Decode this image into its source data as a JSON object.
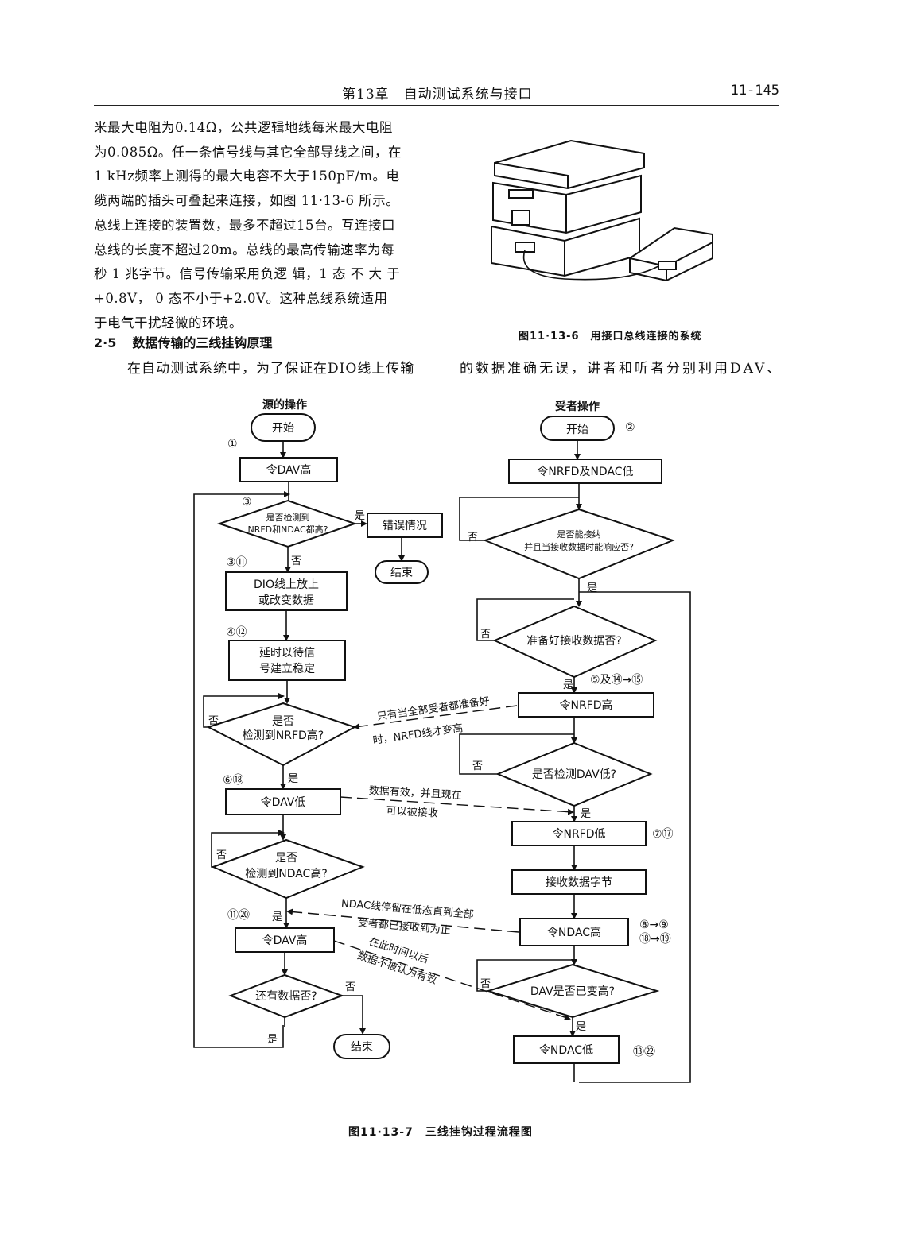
{
  "header": {
    "chapter_title": "第13章　自动测试系统与接口",
    "page_number": "11-145"
  },
  "body_paragraph": [
    "米最大电阻为0.14Ω，公共逻辑地线每米最大电阻",
    "为0.085Ω。任一条信号线与其它全部导线之间，在",
    "1 kHz频率上测得的最大电容不大于150pF/m。电",
    "缆两端的插头可叠起来连接，如图 11·13-6 所示。",
    "总线上连接的装置数，最多不超过15台。互连接口",
    "总线的长度不超过20m。总线的最高传输速率为每",
    "秒 1 兆字节。信号传输采用负逻 辑，1 态 不 大 于",
    "+0.8V， 0 态不小于+2.0V。这种总线系统适用",
    "于电气干扰轻微的环境。"
  ],
  "section": {
    "number": "2·5",
    "title": "数据传输的三线挂钩原理"
  },
  "continued_text": {
    "left": "在自动测试系统中，为了保证在DIO线上传输",
    "right": "的数据准确无误，讲者和听者分别利用DAV、"
  },
  "figure_6_caption": "图11·13-6　用接口总线连接的系统",
  "figure_7_caption": "图11·13-7　三线挂钩过程流程图",
  "flowchart": {
    "left": {
      "title": "源的操作",
      "start": "开始",
      "s1": "令DAV高",
      "d1": [
        "是否检测到",
        "NRFD和NDAC都高?"
      ],
      "error": "错误情况",
      "end1": "结束",
      "p2": [
        "DIO线上放上",
        "或改变数据"
      ],
      "p3": [
        "延时以待信",
        "号建立稳定"
      ],
      "d2": [
        "是否",
        "检测到NRFD高?"
      ],
      "p4": "令DAV低",
      "d3": [
        "是否",
        "检测到NDAC高?"
      ],
      "p5": "令DAV高",
      "d4": "还有数据否?",
      "end2": "结束"
    },
    "right": {
      "title": "受者操作",
      "start": "开始",
      "s1": "令NRFD及NDAC低",
      "d1": [
        "是否能接纳",
        "并且当接收数据时能响应否?"
      ],
      "d2": "准备好接收数据否?",
      "p2": "令NRFD高",
      "d3": "是否检测DAV低?",
      "p3": "令NRFD低",
      "p4": "接收数据字节",
      "p5": "令NDAC高",
      "d4": "DAV是否已变高?",
      "p6": "令NDAC低"
    },
    "yes": "是",
    "no": "否",
    "markers": {
      "m1": "①",
      "m2": "②",
      "m3": "③",
      "m3_11": "③⑪",
      "m4_12": "④⑫",
      "m5": "⑤及⑭→⑮",
      "m6_18": "⑥⑱",
      "m7_17": "⑦⑰",
      "m11_20": "⑪⑳",
      "m8_9": "⑧→⑨",
      "m18_19": "⑱→⑲",
      "m13_22": "⑬㉒"
    },
    "notes": {
      "n1": [
        "只有当全部受者都准备好",
        "时，NRFD线才变高"
      ],
      "n2": [
        "数据有效，并且现在",
        "可以被接收"
      ],
      "n3": [
        "NDAC线停留在低态直到全部",
        "受者都已接收到为止"
      ],
      "n4": [
        "在此时间以后",
        "数据不被认为有效"
      ]
    }
  }
}
